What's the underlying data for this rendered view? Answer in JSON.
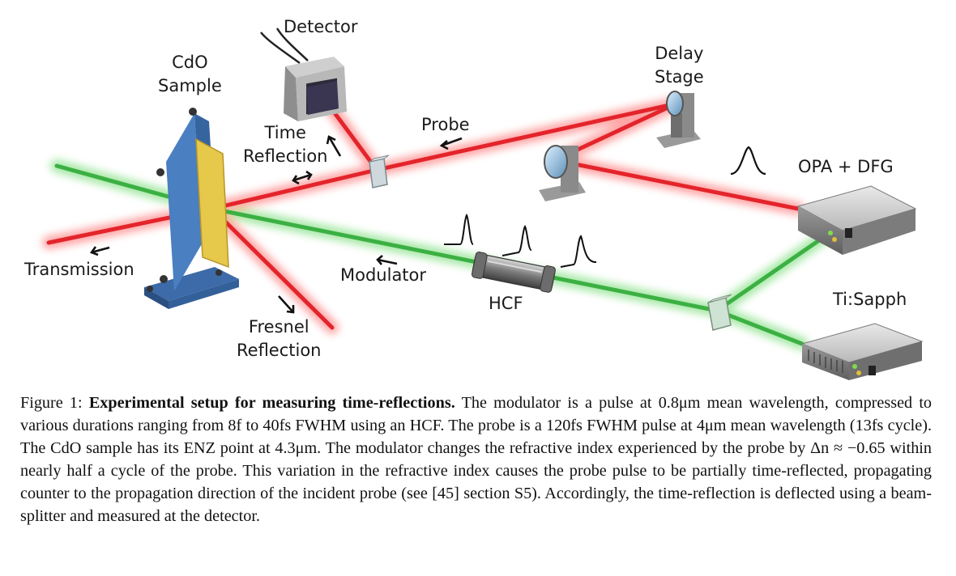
{
  "figure": {
    "labels": {
      "detector": "Detector",
      "cdo_sample": "CdO\nSample",
      "delay_stage": "Delay\nStage",
      "probe": "Probe",
      "time_reflection": "Time\nReflection",
      "opa_dfg": "OPA + DFG",
      "transmission": "Transmission",
      "modulator": "Modulator",
      "hcf": "HCF",
      "ti_sapph": "Ti:Sapph",
      "fresnel_reflection": "Fresnel\nReflection"
    },
    "colors": {
      "probe_beam": "#e3242b",
      "probe_glow": "#ff6b6b",
      "modulator_beam": "#3cb043",
      "modulator_glow": "#8fe08f",
      "sample_mount": "#4a7fc1",
      "sample_film": "#e6c84a"
    }
  },
  "caption": {
    "figure_label": "Figure 1:",
    "title": "Experimental setup for measuring time-reflections.",
    "body": "The modulator is a pulse at 0.8μm mean wavelength, compressed to various durations ranging from 8f to 40fs FWHM using an HCF. The probe is a 120fs FWHM pulse at 4μm mean wavelength (13fs cycle). The CdO sample has its ENZ point at 4.3μm. The modulator changes the refractive index experienced by the probe by Δn ≈ −0.65 within nearly half a cycle of the probe. This variation in the refractive index causes the probe pulse to be partially time-reflected, propagating counter to the propagation direction of the incident probe (see [45] section S5). Accordingly, the time-reflection is deflected using a beam-splitter and measured at the detector."
  }
}
